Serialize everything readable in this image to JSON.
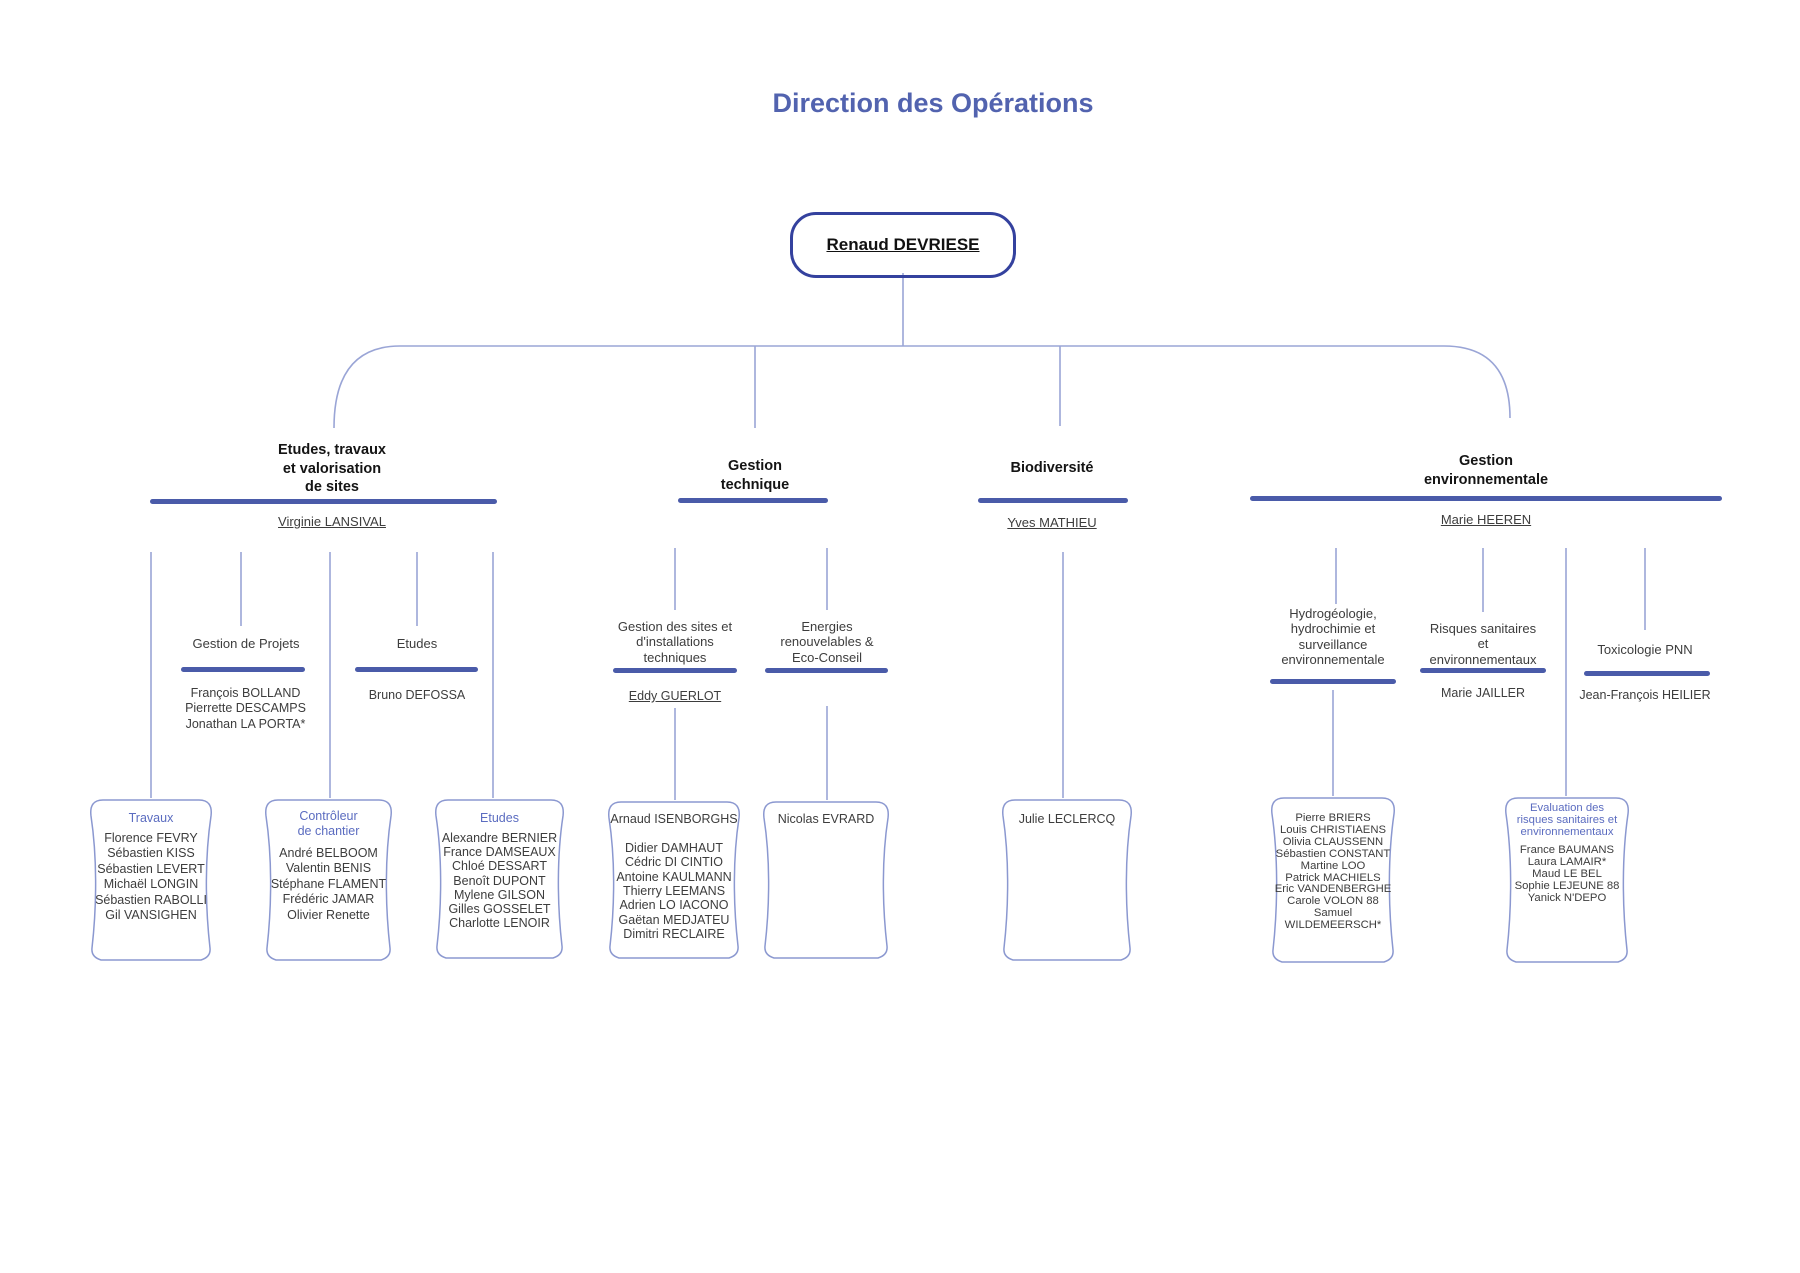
{
  "title": "Direction des Opérations",
  "root": {
    "name": "Renaud DEVRIESE"
  },
  "colors": {
    "title_blue": "#5263af",
    "root_border_blue": "#34419e",
    "bar_blue": "#4a5ba9",
    "label_blue": "#5b6cc0",
    "connector_blue": "#9aa5d6",
    "box_border_blue": "#8b98d0"
  },
  "departments": [
    {
      "name": "Etudes, travaux\net valorisation\nde sites",
      "manager": "Virginie LANSIVAL",
      "teams": [
        {
          "label": "Gestion de Projets",
          "members": [
            "François BOLLAND",
            "Pierrette DESCAMPS",
            "Jonathan LA PORTA*"
          ]
        },
        {
          "label": "Etudes",
          "members": [
            "Bruno DEFOSSA"
          ]
        }
      ],
      "boxes": [
        {
          "label": "Travaux",
          "members": [
            "Florence FEVRY",
            "Sébastien KISS",
            "Sébastien LEVERT",
            "Michaël LONGIN",
            "Sébastien RABOLLI",
            "Gil VANSIGHEN"
          ]
        },
        {
          "label": "Contrôleur\nde chantier",
          "members": [
            "André BELBOOM",
            "Valentin BENIS",
            "Stéphane FLAMENT",
            "Frédéric JAMAR",
            "Olivier Renette"
          ]
        },
        {
          "label": "Etudes",
          "members": [
            "Alexandre BERNIER",
            "France DAMSEAUX",
            "Chloé DESSART",
            "Benoît DUPONT",
            "Mylene GILSON",
            "Gilles GOSSELET",
            "Charlotte LENOIR"
          ]
        }
      ]
    },
    {
      "name": "Gestion\ntechnique",
      "teams": [
        {
          "label": "Gestion des sites et\nd'installations\ntechniques",
          "manager": "Eddy GUERLOT"
        },
        {
          "label": "Energies\nrenouvelables &\nEco-Conseil"
        }
      ],
      "boxes": [
        {
          "members": [
            "Arnaud ISENBORGHS",
            "",
            "Didier DAMHAUT",
            "Cédric DI CINTIO",
            "Antoine KAULMANN",
            "Thierry LEEMANS",
            "Adrien LO IACONO",
            "Gaëtan MEDJATEU",
            "Dimitri RECLAIRE"
          ]
        },
        {
          "members": [
            "Nicolas EVRARD"
          ]
        }
      ]
    },
    {
      "name": "Biodiversité",
      "manager": "Yves MATHIEU",
      "boxes": [
        {
          "members": [
            "Julie LECLERCQ"
          ]
        }
      ]
    },
    {
      "name": "Gestion\nenvironnementale",
      "manager": "Marie HEEREN",
      "teams": [
        {
          "label": "Hydrogéologie,\nhydrochimie et\nsurveillance\nenvironnementale"
        },
        {
          "label": "Risques sanitaires\net\nenvironnementaux",
          "manager": "Marie JAILLER"
        },
        {
          "label": "Toxicologie PNN",
          "manager": "Jean-François HEILIER"
        }
      ],
      "boxes": [
        {
          "members": [
            "Pierre BRIERS",
            "Louis CHRISTIAENS",
            "Olivia CLAUSSENN",
            "Sébastien CONSTANT",
            "Martine LOO",
            "Patrick MACHIELS",
            "Eric VANDENBERGHE",
            "Carole VOLON 88",
            "Samuel WILDEMEERSCH*"
          ]
        },
        {
          "label": "Evaluation des\nrisques sanitaires et\nenvironnementaux",
          "members": [
            "France BAUMANS",
            "Laura LAMAIR*",
            "Maud LE BEL",
            "Sophie LEJEUNE 88",
            "Yanick N'DEPO"
          ]
        }
      ]
    }
  ]
}
